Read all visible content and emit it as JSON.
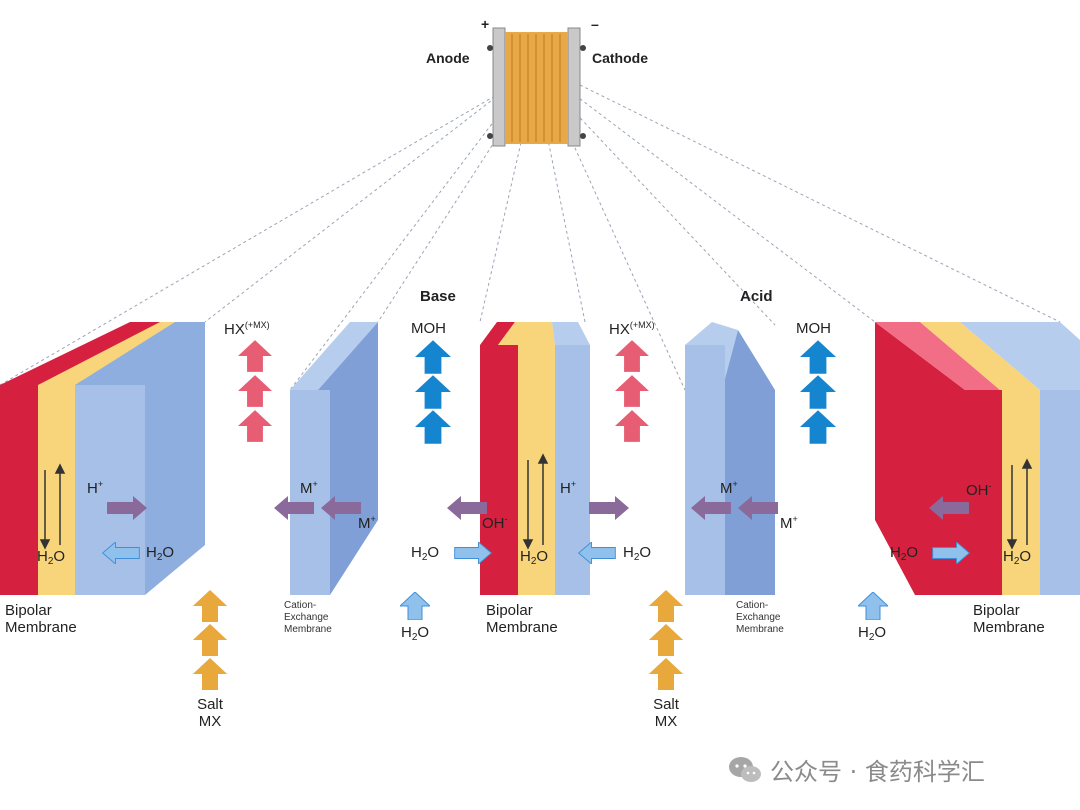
{
  "stack": {
    "anode_label": "Anode",
    "cathode_label": "Cathode",
    "plus": "+",
    "minus": "–"
  },
  "compartments": {
    "base_label": "Base",
    "acid_label": "Acid"
  },
  "outputs": {
    "hx": "HX",
    "hx_sup": "(+MX)",
    "moh": "MOH"
  },
  "ions": {
    "h": "H",
    "m": "M",
    "plus": "+",
    "oh": "OH",
    "oh_minus": "-"
  },
  "water": {
    "h": "H",
    "two": "2",
    "o": "O"
  },
  "membranes": {
    "bipolar_line1": "Bipolar",
    "bipolar_line2": "Membrane",
    "cation_line1": "Cation-",
    "cation_line2": "Exchange",
    "cation_line3": "Membrane"
  },
  "feed": {
    "line1": "Salt",
    "line2": "MX"
  },
  "watermark": {
    "text": "公众号 · 食药科学汇"
  },
  "colors": {
    "red": "#d5203f",
    "yellow": "#f8d57a",
    "blue": "#8eaee0",
    "arrow_red": "#e65d74",
    "arrow_blue": "#1685cf",
    "arrow_orange": "#e8a83c",
    "arrow_purple": "#8a6a9a",
    "arrow_lightblue": "#8fc1ec"
  }
}
